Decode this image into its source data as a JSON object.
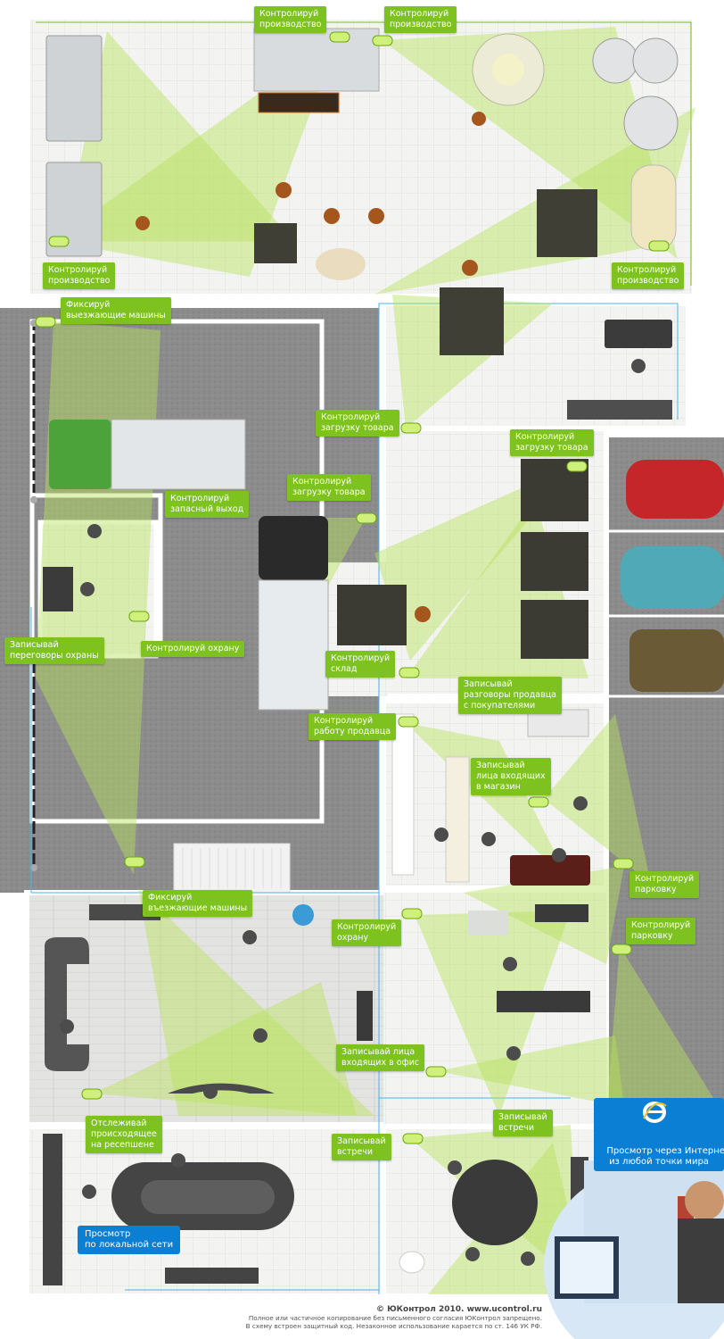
{
  "labels": {
    "top_center_left": "Контролируй\nпроизводство",
    "top_center_right": "Контролируй\nпроизводство",
    "left_production": "Контролируй\nпроизводство",
    "right_production": "Контролируй\nпроизводство",
    "trucks_top": "Фиксируй\nвыезжающие машины",
    "loading_center": "Контролируй\nзагрузку товара",
    "loading_right": "Контролируй\nзагрузку товара",
    "loading_mid": "Контролируй\nзагрузку товара",
    "spare_exit": "Контролируй\nзапасный выход",
    "record_guards": "Записывай\nпереговоры охраны",
    "control_guard": "Контролируй охрану",
    "warehouse": "Контролируй\nсклад",
    "seller_talks": "Записывай\nразговоры продавца\nс покупателями",
    "seller_work": "Контролируй\nработу продавца",
    "shop_faces": "Записывай\nлица входящих\nв магазин",
    "parking_1": "Контролируй\nпарковку",
    "parking_2": "Контролируй\nпарковку",
    "trucks_bottom": "Фиксируй\nвъезжающие машины",
    "office_guard": "Контролируй\nохрану",
    "office_faces": "Записывай лица\nвходящих в офис",
    "meetings_right": "Записывай\nвстречи",
    "meetings_left": "Записывай\nвстречи",
    "reception": "Отслеживай\nпроисходящее\nна ресепшене"
  },
  "blue_labels": {
    "internet": "Просмотр через Интернет\nиз любой точки мира",
    "local": "Просмотр\nпо локальной сети"
  },
  "footer": {
    "copyright": "© ЮКонтрол 2010. www.ucontrol.ru",
    "line1": "Полное или частичное копирование без письменного согласия ЮКонтрол запрещено.",
    "line2": "В схему встроен защитный код. Незаконное использование карается по ст. 146 УК РФ."
  },
  "colors": {
    "label_green": "#7dc21e",
    "cone_green": "#b8e25a",
    "asphalt": "#8a8a8a",
    "floor": "#f1f2f0",
    "wall": "#ffffff",
    "blue": "#0a7fd4"
  }
}
